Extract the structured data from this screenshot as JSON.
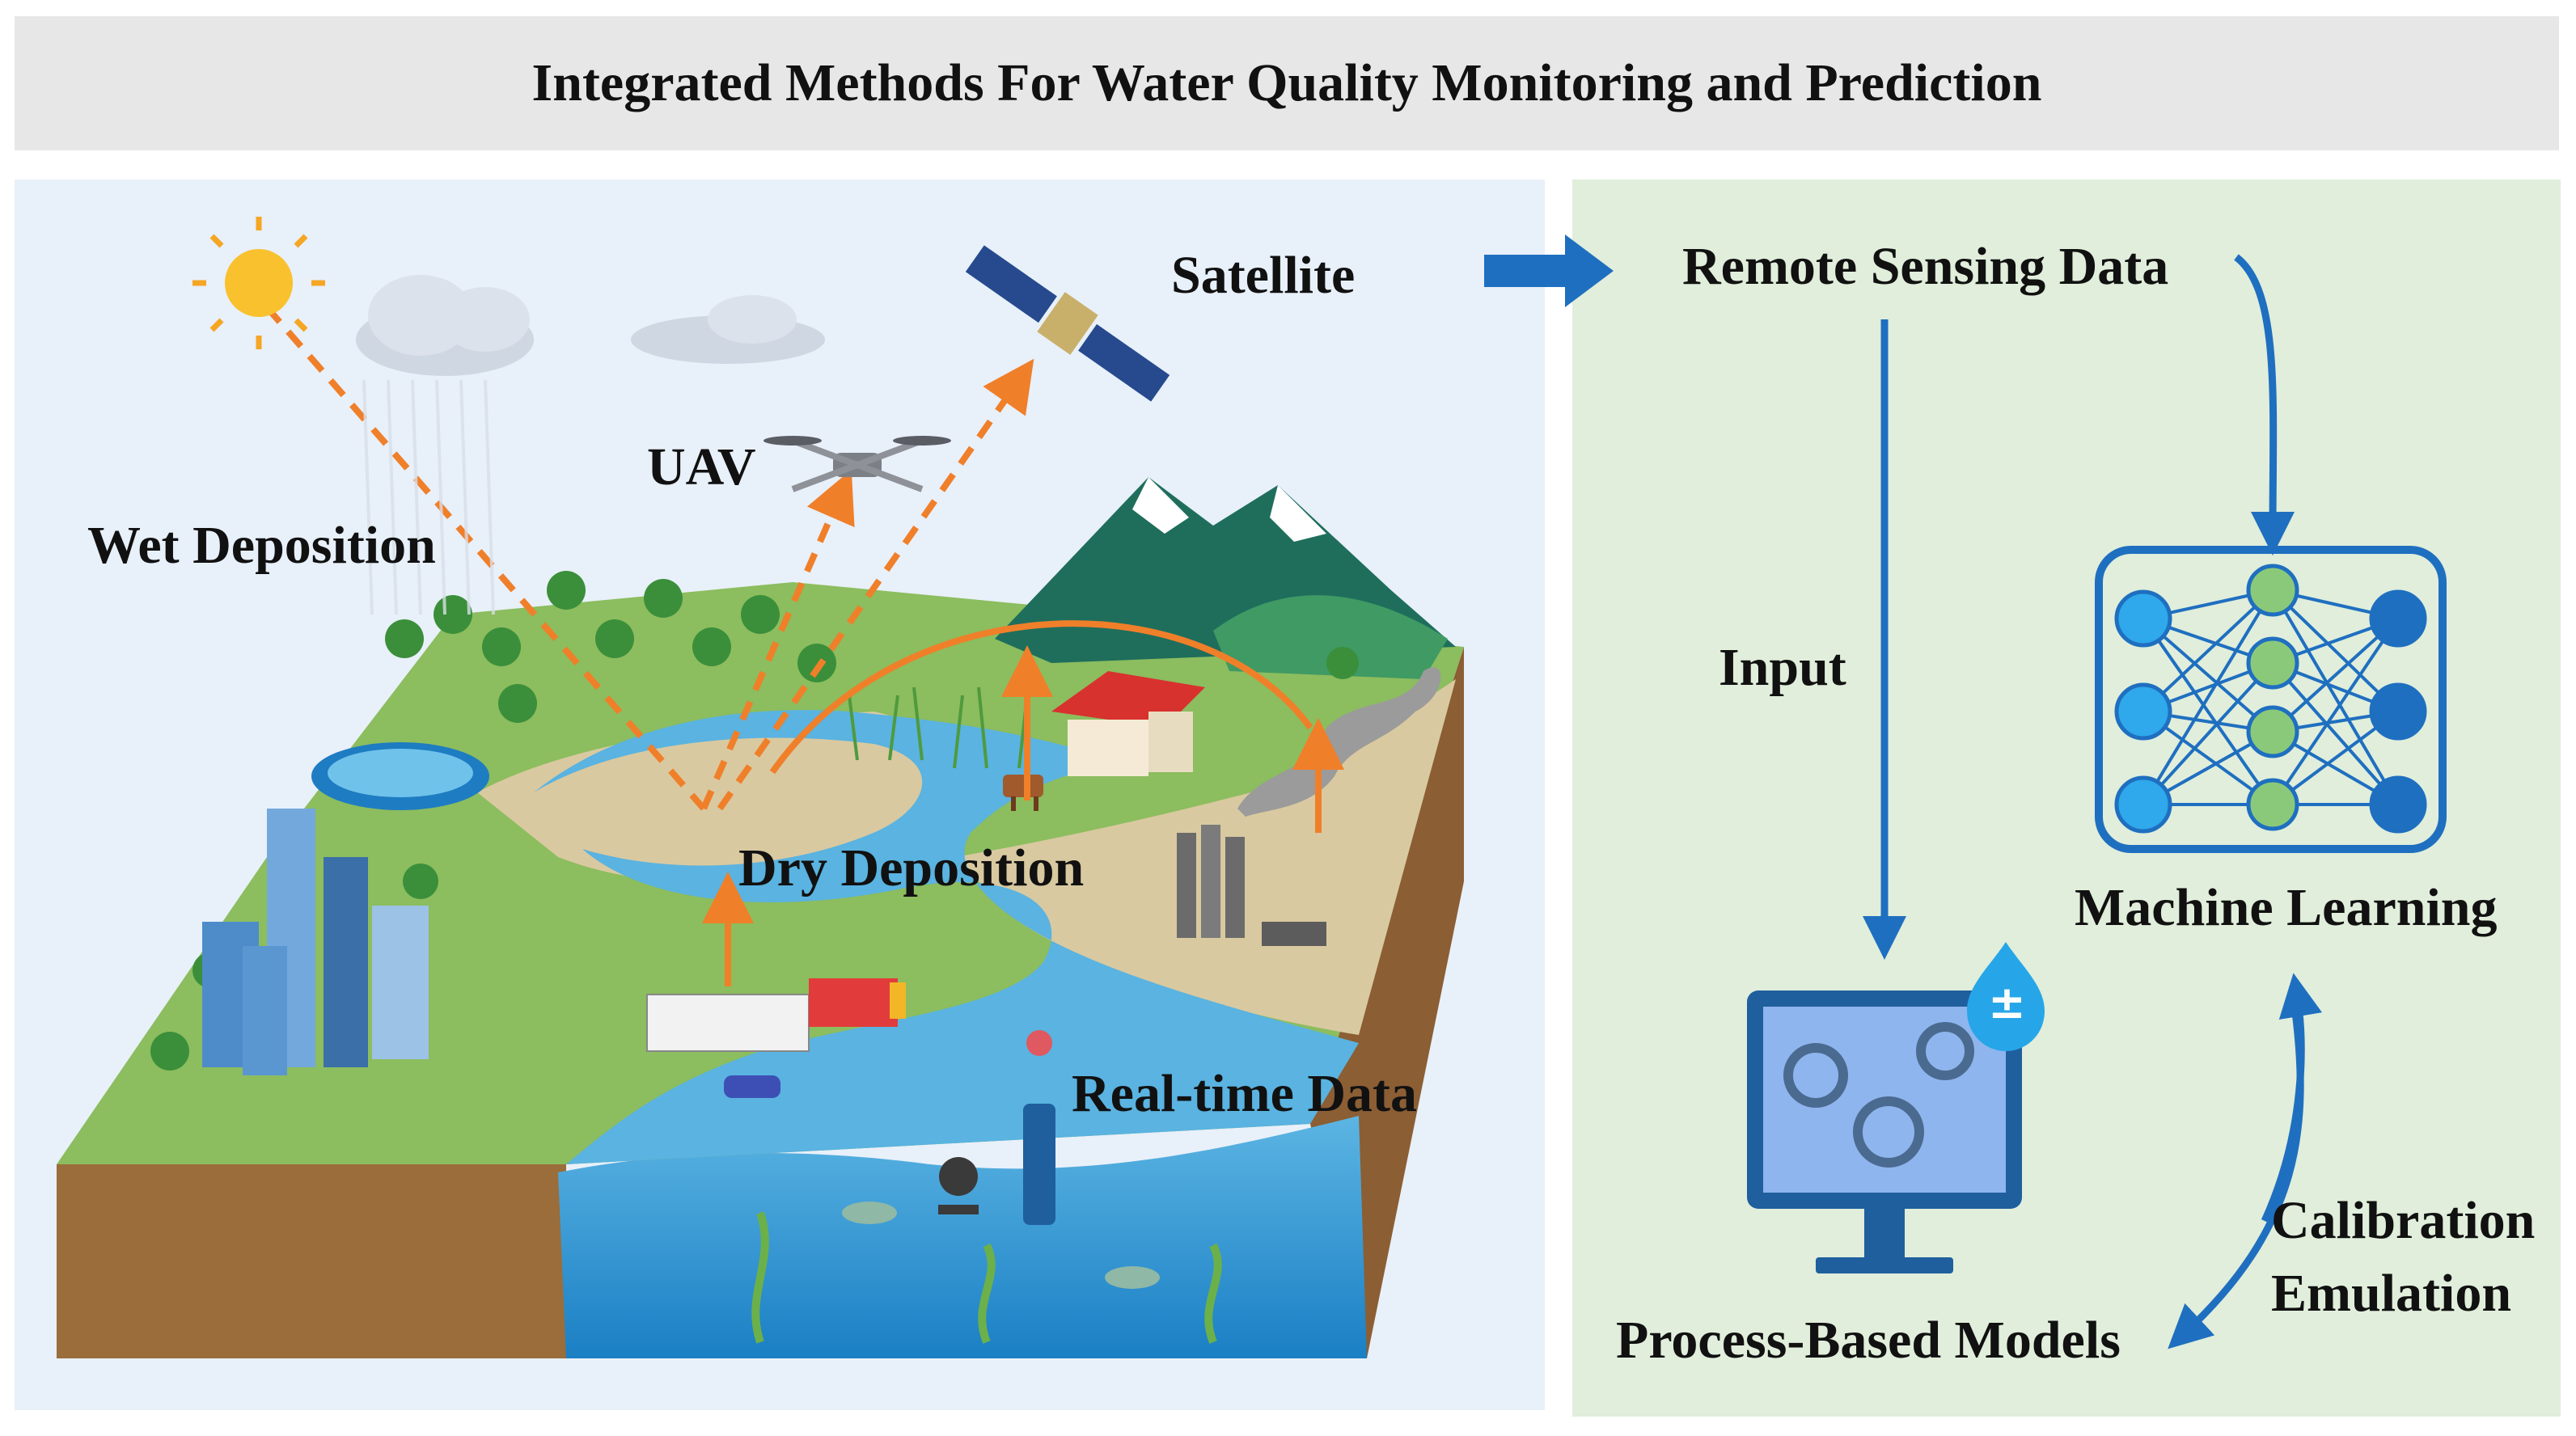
{
  "title": "Integrated Methods For Water Quality Monitoring and Prediction",
  "scene_labels": {
    "satellite": "Satellite",
    "uav": "UAV",
    "wet_deposition": "Wet Deposition",
    "dry_deposition": "Dry Deposition",
    "real_time_data": "Real-time Data"
  },
  "workflow": {
    "remote_sensing": "Remote Sensing Data",
    "input": "Input",
    "machine_learning": "Machine Learning",
    "process_models": "Process-Based Models",
    "calibration": "Calibration",
    "emulation": "Emulation",
    "pm_badge": "±"
  },
  "colors": {
    "accent_blue": "#1f6fc0",
    "arrow_orange": "#f07f2a",
    "left_bg": "#e8f0f9",
    "right_bg": "#e0eedb",
    "water": "#2f9bd6",
    "land": "#8cbd5e"
  },
  "icons": [
    "sun-icon",
    "cloud-icon",
    "satellite-icon",
    "drone-icon",
    "computer-icon",
    "gear-icon",
    "neural-network-icon",
    "water-drop-icon",
    "arrow-right-icon"
  ]
}
